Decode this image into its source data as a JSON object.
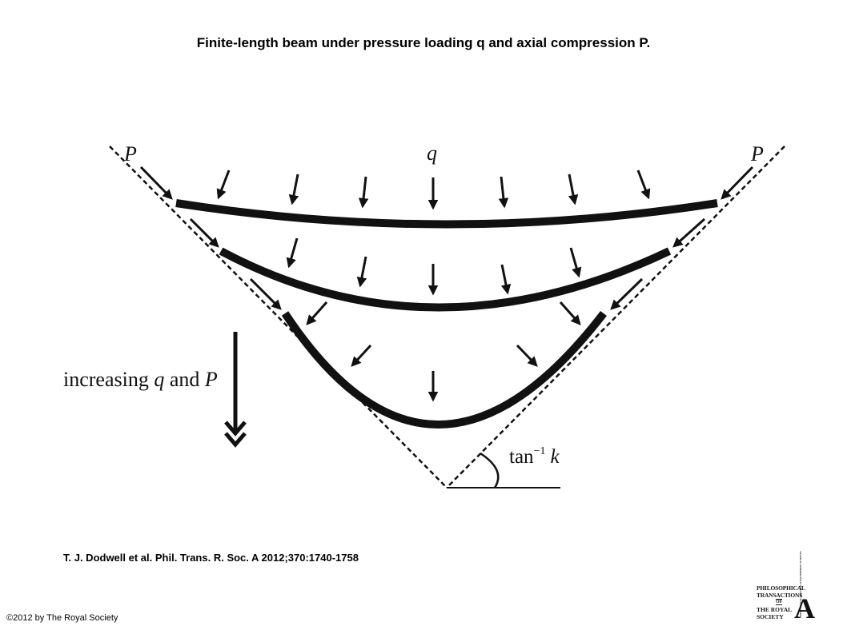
{
  "title": "Finite-length beam under pressure loading q and axial compression P.",
  "labels": {
    "p_left": "P",
    "p_right": "P",
    "q": "q",
    "increasing_prefix": "increasing ",
    "increasing_q": "q",
    "increasing_and": " and ",
    "increasing_p": "P",
    "angle_tan": "tan",
    "angle_exp": "−1",
    "angle_k": "k"
  },
  "citation": "T. J. Dodwell et al. Phil. Trans. R. Soc. A 2012;370:1740-1758",
  "copyright": "©2012 by The Royal Society",
  "logo": {
    "line1": "PHILOSOPHICAL",
    "line2": "TRANSACTIONS",
    "line3": "OF",
    "line4": "THE ROYAL",
    "line5": "SOCIETY",
    "letter": "A",
    "side_text": "MATHEMATICAL, PHYSICAL & ENGINEERING SCIENCES"
  }
}
